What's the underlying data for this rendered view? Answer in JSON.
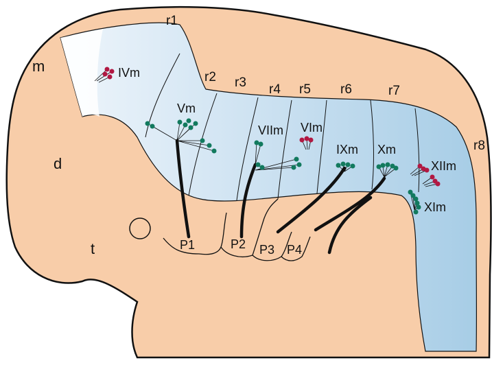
{
  "colors": {
    "embryo_fill": "#f8cda9",
    "outline": "#111111",
    "neural_tube_light": "#eef5fb",
    "neural_tube_mid": "#cfe3f2",
    "neural_tube_dark": "#a7cde6",
    "motor_green": "#127a5e",
    "motor_red": "#b11842",
    "nerve": "#111111"
  },
  "regions": {
    "m": "m",
    "d": "d",
    "t": "t"
  },
  "rhombomeres": {
    "r1": "r1",
    "r2": "r2",
    "r3": "r3",
    "r4": "r4",
    "r5": "r5",
    "r6": "r6",
    "r7": "r7",
    "r8": "r8"
  },
  "motor_nuclei": {
    "IVm": "IVm",
    "Vm": "Vm",
    "VIIm": "VIIm",
    "VIm": "VIm",
    "IXm": "IXm",
    "Xm": "Xm",
    "XIIm": "XIIm",
    "XIm": "XIm"
  },
  "pharyngeal_arches": {
    "P1": "P1",
    "P2": "P2",
    "P3": "P3",
    "P4": "P4"
  },
  "icons": {
    "eye": "eye-placode-icon"
  }
}
